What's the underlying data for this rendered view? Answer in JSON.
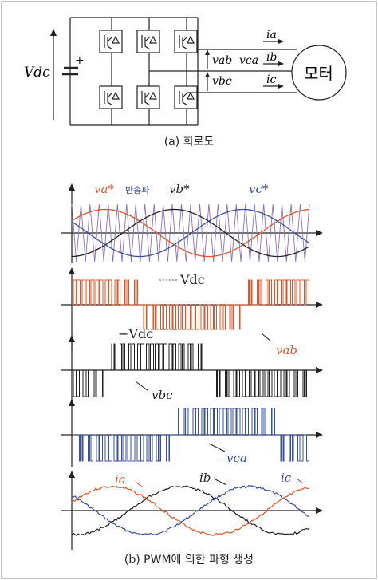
{
  "circuit": {
    "vdc_label": "Vdc",
    "plus_sign": "+",
    "vab_label": "vab",
    "vbc_label": "vbc",
    "vca_label": "vca",
    "ia_label": "ia",
    "ib_label": "ib",
    "ic_label": "ic",
    "motor_label": "모터",
    "caption": "(a) 회로도"
  },
  "pwm": {
    "va_ref": "va*",
    "vb_ref": "vb*",
    "vc_ref": "vc*",
    "carrier_label": "반송파",
    "vdc_pos": "Vdc",
    "vdc_neg": "−Vdc",
    "vab_label": "vab",
    "vbc_label": "vbc",
    "vca_label": "vca",
    "ia_label": "ia",
    "ib_label": "ib",
    "ic_label": "ic",
    "caption": "(b) PWM에 의한 파형 생성"
  },
  "colors": {
    "phase_a": "#d9572b",
    "phase_b": "#222222",
    "phase_c": "#3a4fa0",
    "carrier": "#8a6fb8",
    "frame": "#b0b0b0"
  }
}
